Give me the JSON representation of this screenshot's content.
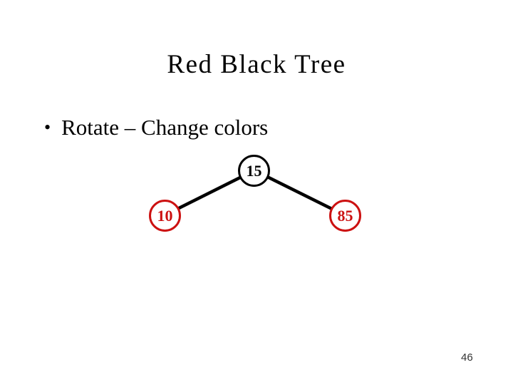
{
  "slide": {
    "title": "Red Black Tree",
    "bullet": {
      "marker": "•",
      "text": "Rotate – Change colors"
    },
    "page_number": "46",
    "background_color": "#ffffff",
    "text_color": "#000000"
  },
  "tree": {
    "nodes": [
      {
        "label": "15",
        "color_role": "black",
        "color": "#000000"
      },
      {
        "label": "10",
        "color_role": "red",
        "color": "#cc1111"
      },
      {
        "label": "85",
        "color_role": "red",
        "color": "#cc1111"
      }
    ],
    "edges": [
      {
        "from": "15",
        "to": "10"
      },
      {
        "from": "15",
        "to": "85"
      }
    ],
    "edge_color": "#000000"
  }
}
